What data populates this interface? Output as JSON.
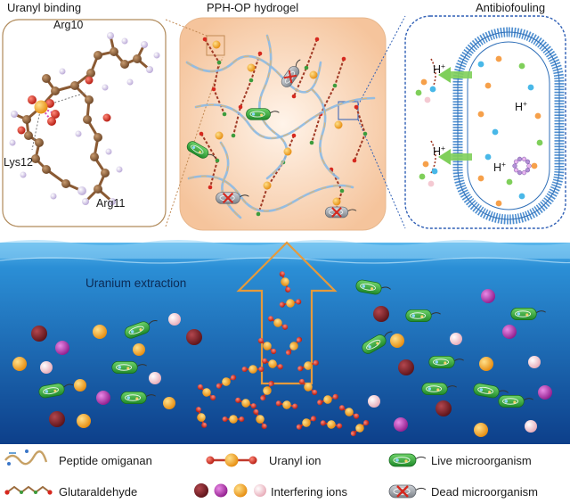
{
  "top": {
    "panel_left_title": "Uranyl binding",
    "panel_center_title": "PPH-OP hydrogel",
    "panel_right_title": "Antibiofouling",
    "residues": {
      "arg10": "Arg10",
      "lys12": "Lys12",
      "arg11": "Arg11"
    },
    "proton_label": "H",
    "proton_charge": "+"
  },
  "bottom": {
    "scene_title": "Uranium extraction"
  },
  "legend": {
    "peptide": "Peptide omiganan",
    "glutaraldehyde": "Glutaraldehyde",
    "uranyl": "Uranyl ion",
    "interfering": "Interfering ions",
    "live": "Live microorganism",
    "dead": "Dead microorganism"
  },
  "colors": {
    "sea_top": "#2b8fd6",
    "sea_bottom": "#0d3f8a",
    "hydrogel_bg": "#f7d3b3",
    "uranyl": "#f0a11e",
    "oxygen": "#d6281e",
    "live_microbe": "#3cae3f",
    "dead_microbe": "#9aa0a6",
    "ion_maroon": "#7a1f25",
    "ion_magenta": "#b52bb0",
    "ion_orange": "#f2a81d",
    "ion_pink": "#f4c9d2",
    "membrane": "#4f8fd0"
  }
}
